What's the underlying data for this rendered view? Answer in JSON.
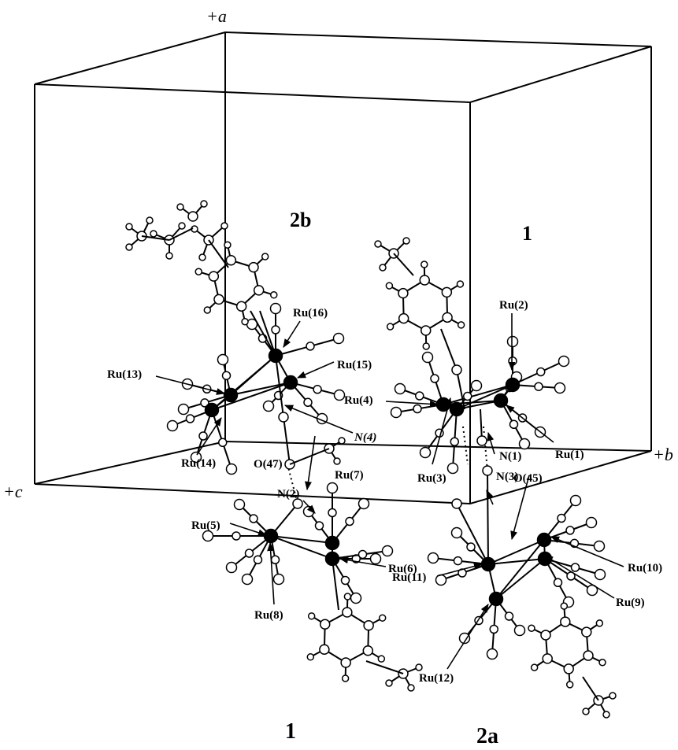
{
  "figure": {
    "axes": {
      "a": "+a",
      "b": "+b",
      "c": "+c"
    },
    "molecule_labels": {
      "top_left": "2b",
      "top_right": "1",
      "bottom_left": "1",
      "bottom_right": "2a"
    },
    "atom_labels": {
      "ru1": "Ru(1)",
      "ru2": "Ru(2)",
      "ru3": "Ru(3)",
      "ru4": "Ru(4)",
      "ru5": "Ru(5)",
      "ru6": "Ru(6)",
      "ru7": "Ru(7)",
      "ru8": "Ru(8)",
      "ru9": "Ru(9)",
      "ru10": "Ru(10)",
      "ru11": "Ru(11)",
      "ru12": "Ru(12)",
      "ru13": "Ru(13)",
      "ru14": "Ru(14)",
      "ru15": "Ru(15)",
      "ru16": "Ru(16)",
      "n1": "N(1)",
      "n2": "N(2)",
      "n3": "N(3)",
      "n4": "N(4)",
      "o45": "O(45)",
      "o47": "O(47)"
    },
    "colors": {
      "ink": "#000000",
      "paper": "#ffffff"
    }
  }
}
